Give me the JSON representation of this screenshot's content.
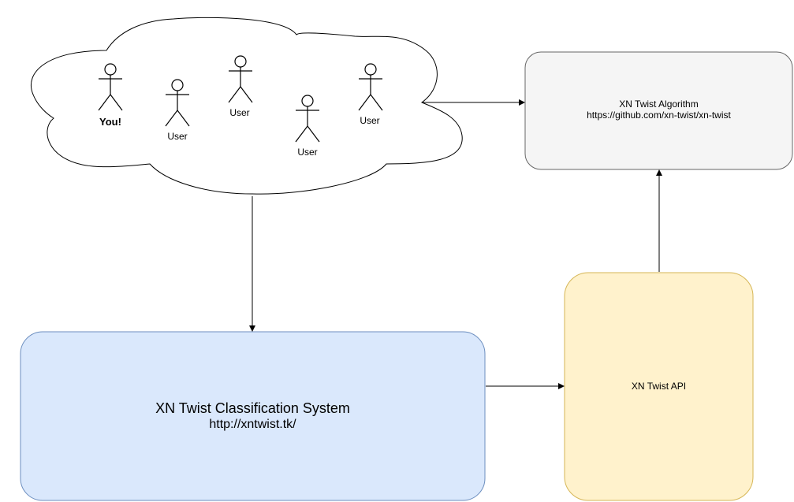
{
  "actors": [
    {
      "label": "You!",
      "bold": true
    },
    {
      "label": "User",
      "bold": false
    },
    {
      "label": "User",
      "bold": false
    },
    {
      "label": "User",
      "bold": false
    },
    {
      "label": "User",
      "bold": false
    }
  ],
  "algorithm_box": {
    "title": "XN Twist Algorithm",
    "url": "https://github.com/xn-twist/xn-twist",
    "fill": "#f5f5f5",
    "stroke": "#666666"
  },
  "classification_box": {
    "title": "XN Twist Classification System",
    "url": "http://xntwist.tk/",
    "fill": "#dae8fc",
    "stroke": "#6c8ebf"
  },
  "api_box": {
    "title": "XN Twist API",
    "fill": "#fff2cc",
    "stroke": "#d6b656"
  }
}
